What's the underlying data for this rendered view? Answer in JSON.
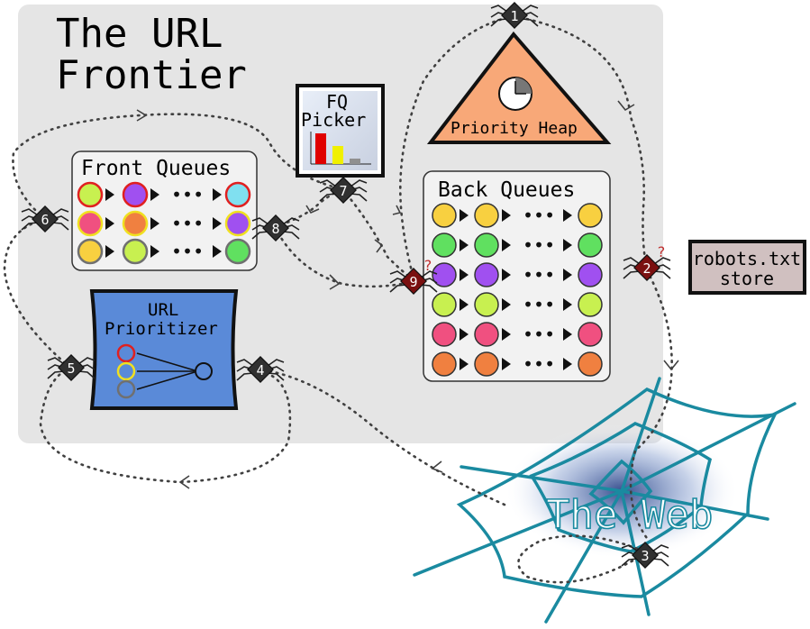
{
  "title_line1": "The URL",
  "title_line2": "Frontier",
  "fq_picker": {
    "label_line1": "FQ",
    "label_line2": "Picker"
  },
  "priority_heap": {
    "label": "Priority Heap"
  },
  "front_queues": {
    "label": "Front Queues",
    "ellipsis": "•••",
    "rows": [
      {
        "fill": "#c8f050",
        "border": "#e02020",
        "items": [
          "#c8f050",
          "#a050f0"
        ],
        "end": {
          "fill": "#80e0f0",
          "border": "#e02020"
        },
        "borders": [
          "#e02020",
          "#e02020"
        ]
      },
      {
        "fill": "#f05080",
        "border": "#f0e020",
        "items": [
          "#f05080",
          "#f08040"
        ],
        "end": {
          "fill": "#a050f0",
          "border": "#f0e020"
        },
        "borders": [
          "#f0e020",
          "#f0e020"
        ]
      },
      {
        "fill": "#f8d040",
        "border": "#707070",
        "items": [
          "#f8d040",
          "#c8f050"
        ],
        "end": {
          "fill": "#60e060",
          "border": "#707070"
        },
        "borders": [
          "#707070",
          "#707070"
        ]
      }
    ]
  },
  "back_queues": {
    "label": "Back Queues",
    "ellipsis": "•••",
    "rows": [
      "#f8d040",
      "#60e060",
      "#a050f0",
      "#c8f050",
      "#f05080",
      "#f08040"
    ]
  },
  "url_prioritizer": {
    "label_line1": "URL",
    "label_line2": "Prioritizer",
    "priority_colors": [
      "#e02020",
      "#f0e020",
      "#707070"
    ]
  },
  "robots_store": {
    "label_line1": "robots.txt",
    "label_line2": "store"
  },
  "web_label": "The Web",
  "spiders": [
    {
      "number": "1",
      "style": "dark"
    },
    {
      "number": "2",
      "style": "red",
      "mark": "?"
    },
    {
      "number": "3",
      "style": "dark"
    },
    {
      "number": "4",
      "style": "dark"
    },
    {
      "number": "5",
      "style": "dark"
    },
    {
      "number": "6",
      "style": "dark"
    },
    {
      "number": "7",
      "style": "dark"
    },
    {
      "number": "8",
      "style": "dark"
    },
    {
      "number": "9",
      "style": "red",
      "mark": "?"
    }
  ],
  "colors": {
    "frontier_bg": "#e5e5e5",
    "heap_fill": "#f8a878",
    "prioritizer_fill": "#5a8ad8",
    "robots_fill": "#d0c0c0",
    "web_stroke": "#1a8aa0",
    "web_glow": "#203a80",
    "spider_dark": "#303030",
    "spider_red": "#7a1010"
  }
}
